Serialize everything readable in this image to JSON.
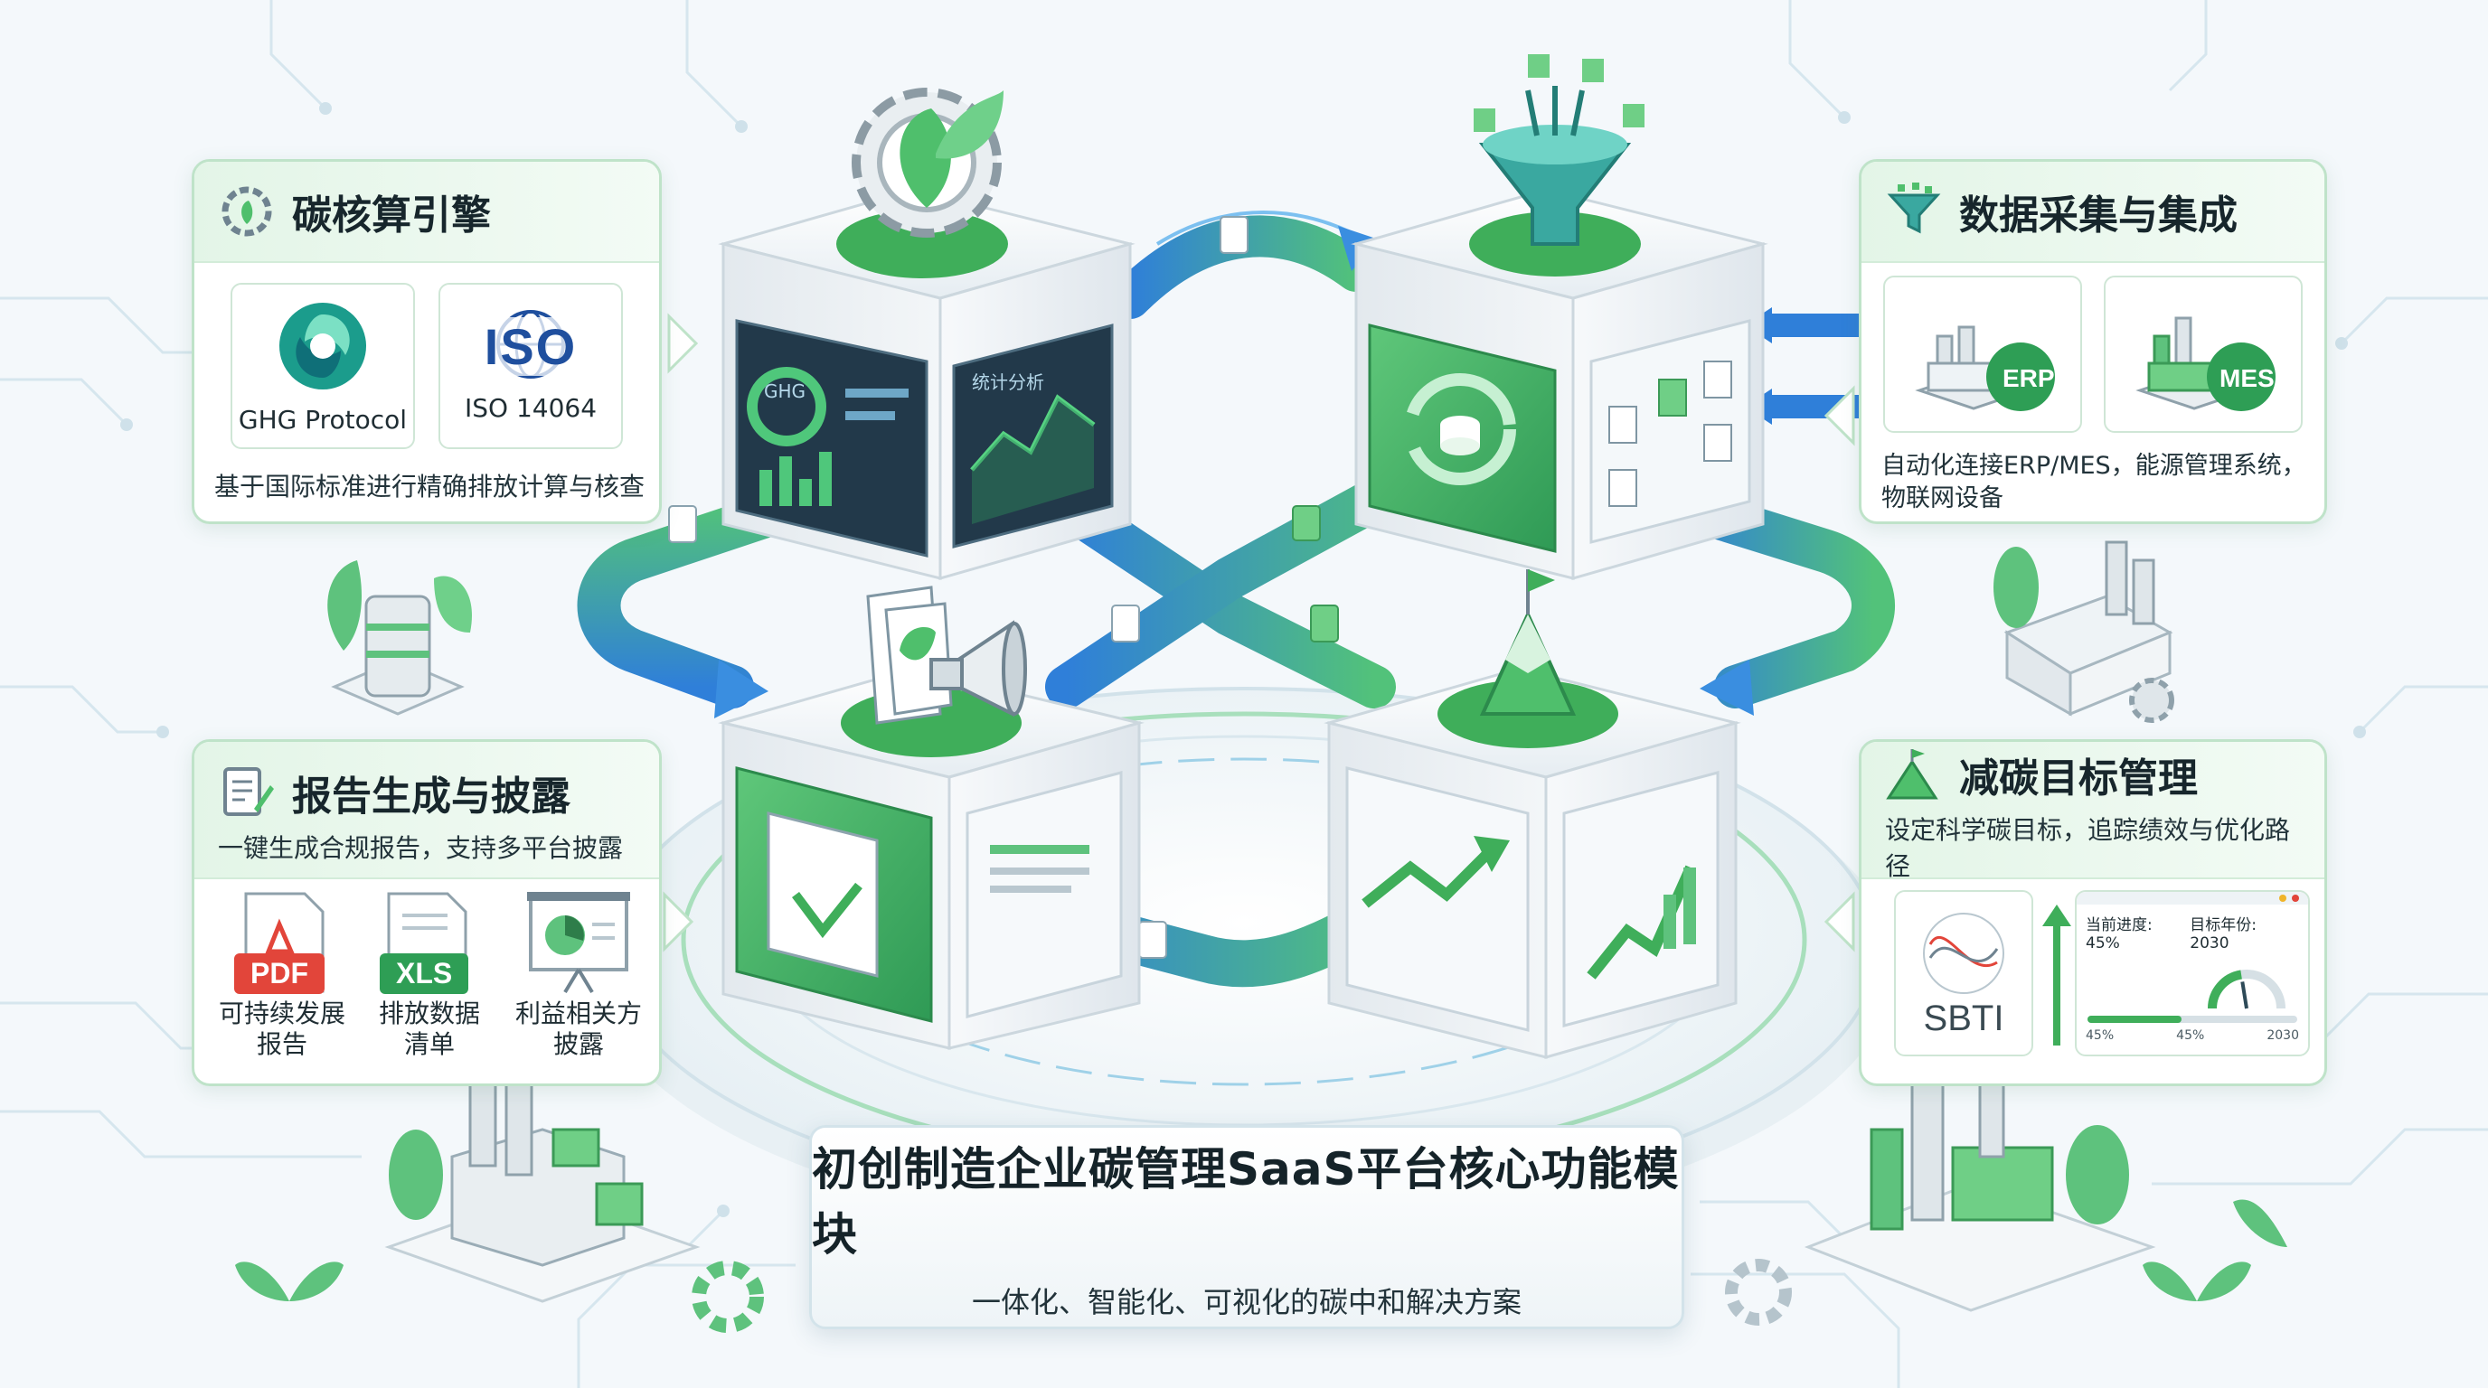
{
  "footer": {
    "title": "初创制造企业碳管理SaaS平台核心功能模块",
    "subtitle": "一体化、智能化、可视化的碳中和解决方案"
  },
  "modules": {
    "carbon_engine": {
      "title": "碳核算引擎",
      "standards": [
        {
          "label": "GHG Protocol"
        },
        {
          "label": "ISO 14064",
          "logo_text": "ISO"
        }
      ],
      "description": "基于国际标准进行精确排放计算与核查"
    },
    "data_integration": {
      "title": "数据采集与集成",
      "systems": [
        "ERP",
        "MES"
      ],
      "description_line1": "自动化连接ERP/MES，能源管理系统，",
      "description_line2": "物联网设备"
    },
    "report": {
      "title": "报告生成与披露",
      "description": "一键生成合规报告，支持多平台披露",
      "documents": [
        {
          "badge": "PDF",
          "label_line1": "可持续发展",
          "label_line2": "报告"
        },
        {
          "badge": "XLS",
          "label_line1": "排放数据",
          "label_line2": "清单"
        },
        {
          "label_line1": "利益相关方",
          "label_line2": "披露"
        }
      ]
    },
    "reduction_target": {
      "title": "减碳目标管理",
      "description": "设定科学碳目标，追踪绩效与优化路径",
      "sbti_label": "SBTI",
      "progress_label": "当前进度: 45%",
      "target_year_label": "目标年份: 2030",
      "progress": 0.45,
      "scale_labels": [
        "45%",
        "45%",
        "2030"
      ]
    }
  },
  "screens": {
    "ghg_screen": "GHG",
    "stats_screen": "统计分析"
  },
  "colors": {
    "green": "#3fae5a",
    "teal": "#1b9c8c",
    "blue": "#2f7fd9",
    "pdf_red": "#e2453a",
    "xls_green": "#2e9e55"
  }
}
